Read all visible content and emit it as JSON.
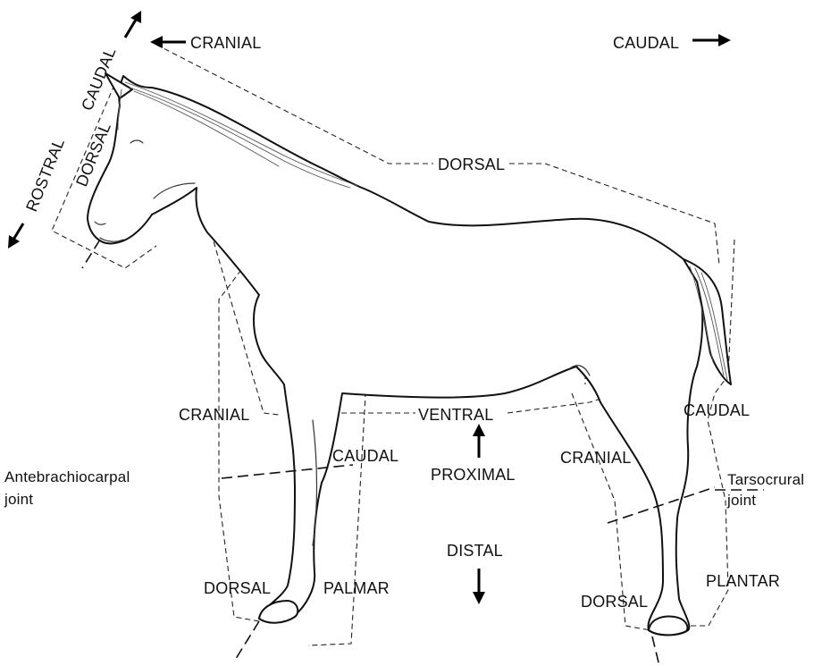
{
  "labels": {
    "cranial_top": "CRANIAL",
    "caudal_top": "CAUDAL",
    "caudal_head": "CAUDAL",
    "dorsal_head": "DORSAL",
    "rostral": "ROSTRAL",
    "dorsal_back": "DORSAL",
    "cranial_foreleg": "CRANIAL",
    "ventral": "VENTRAL",
    "caudal_foreleg": "CAUDAL",
    "proximal": "PROXIMAL",
    "distal": "DISTAL",
    "cranial_hindleg": "CRANIAL",
    "caudal_hindleg": "CAUDAL",
    "antebrachiocarpal_line1": "Antebrachiocarpal",
    "antebrachiocarpal_line2": "joint",
    "tarsocrural_line1": "Tarsocrural",
    "tarsocrural_line2": "joint",
    "dorsal_foreleg": "DORSAL",
    "palmar": "PALMAR",
    "dorsal_hindleg": "DORSAL",
    "plantar": "PLANTAR"
  },
  "colors": {
    "ink": "#111111",
    "background": "#ffffff"
  }
}
